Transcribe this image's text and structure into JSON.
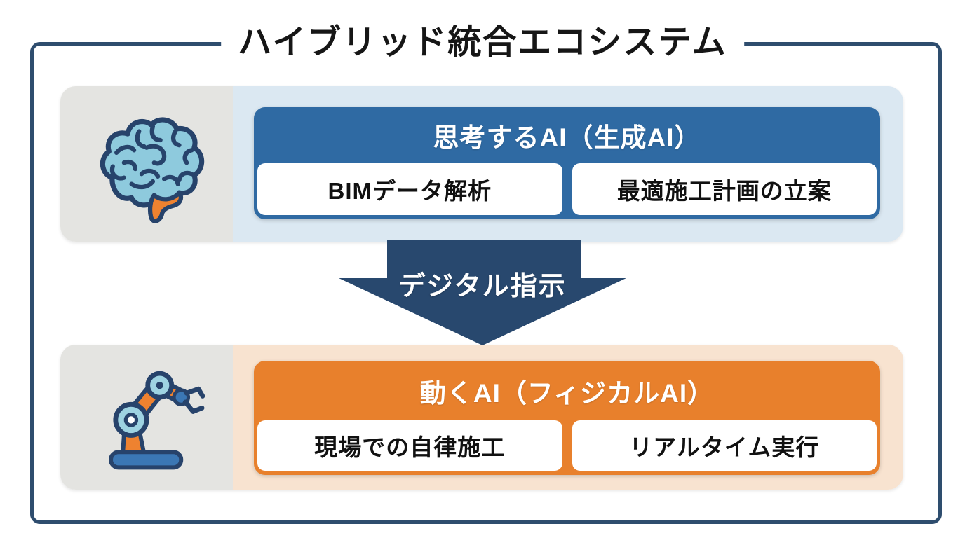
{
  "title": "ハイブリッド統合エコシステム",
  "arrow": {
    "label": "デジタル指示"
  },
  "rows": [
    {
      "icon": "brain-icon",
      "header": "思考するAI（生成AI）",
      "items": [
        "BIMデータ解析",
        "最適施工計画の立案"
      ]
    },
    {
      "icon": "robot-arm-icon",
      "header": "動くAI（フィジカルAI）",
      "items": [
        "現場での自律施工",
        "リアルタイム実行"
      ]
    }
  ],
  "colors": {
    "frame_navy": "#2e4d6e",
    "arrow_navy": "#28486e",
    "generative_card_blue": "#2f6aa3",
    "generative_panel_blue": "#dbe8f2",
    "physical_card_orange": "#e8802c",
    "physical_panel_peach": "#f8e3d0",
    "icon_panel_gray": "#e4e4e1",
    "icon_fill_blue": "#8ecadd",
    "icon_fill_orange": "#ee8230",
    "icon_base_blue": "#3b77b4"
  }
}
